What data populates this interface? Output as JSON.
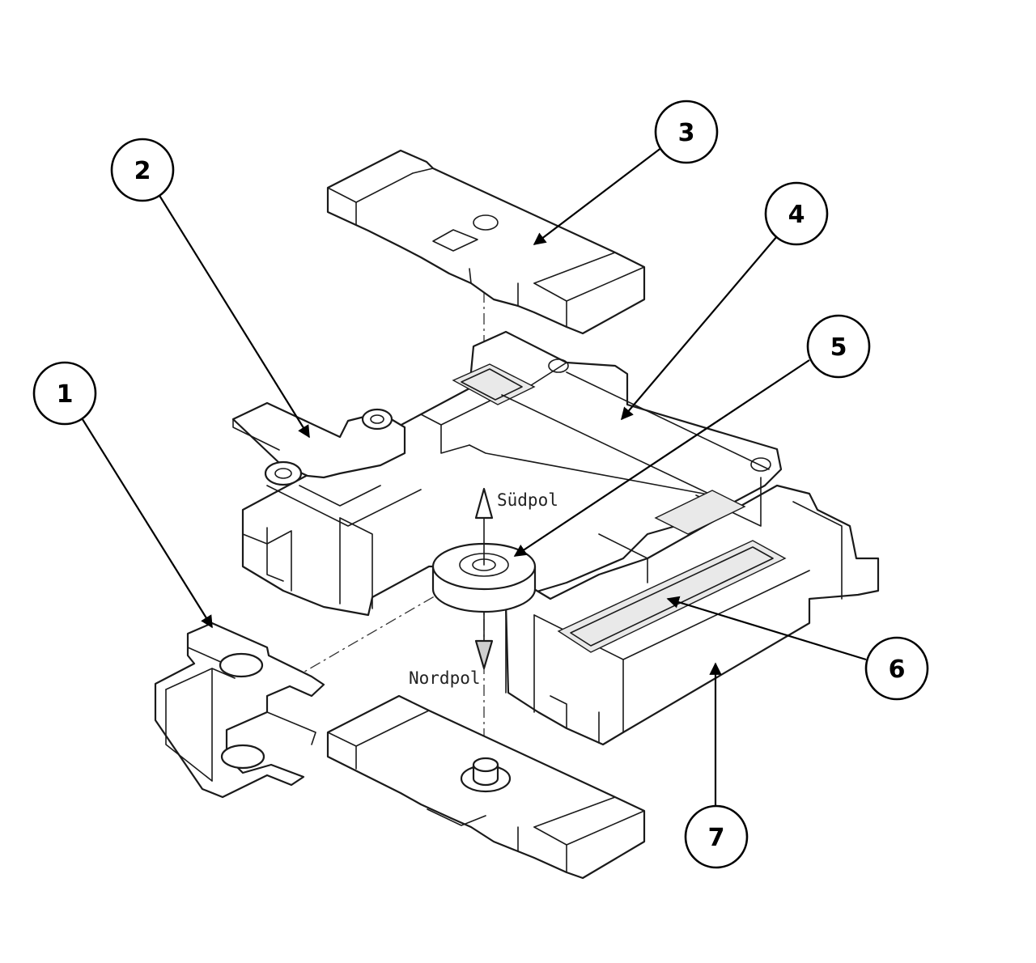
{
  "callouts": [
    {
      "number": "1"
    },
    {
      "number": "2"
    },
    {
      "number": "3"
    },
    {
      "number": "4"
    },
    {
      "number": "5"
    },
    {
      "number": "6"
    },
    {
      "number": "7"
    }
  ],
  "pole_labels": {
    "south": "Südpol",
    "north": "Nordpol"
  },
  "colors": {
    "line": "#1a1a1a",
    "background": "#ffffff"
  }
}
